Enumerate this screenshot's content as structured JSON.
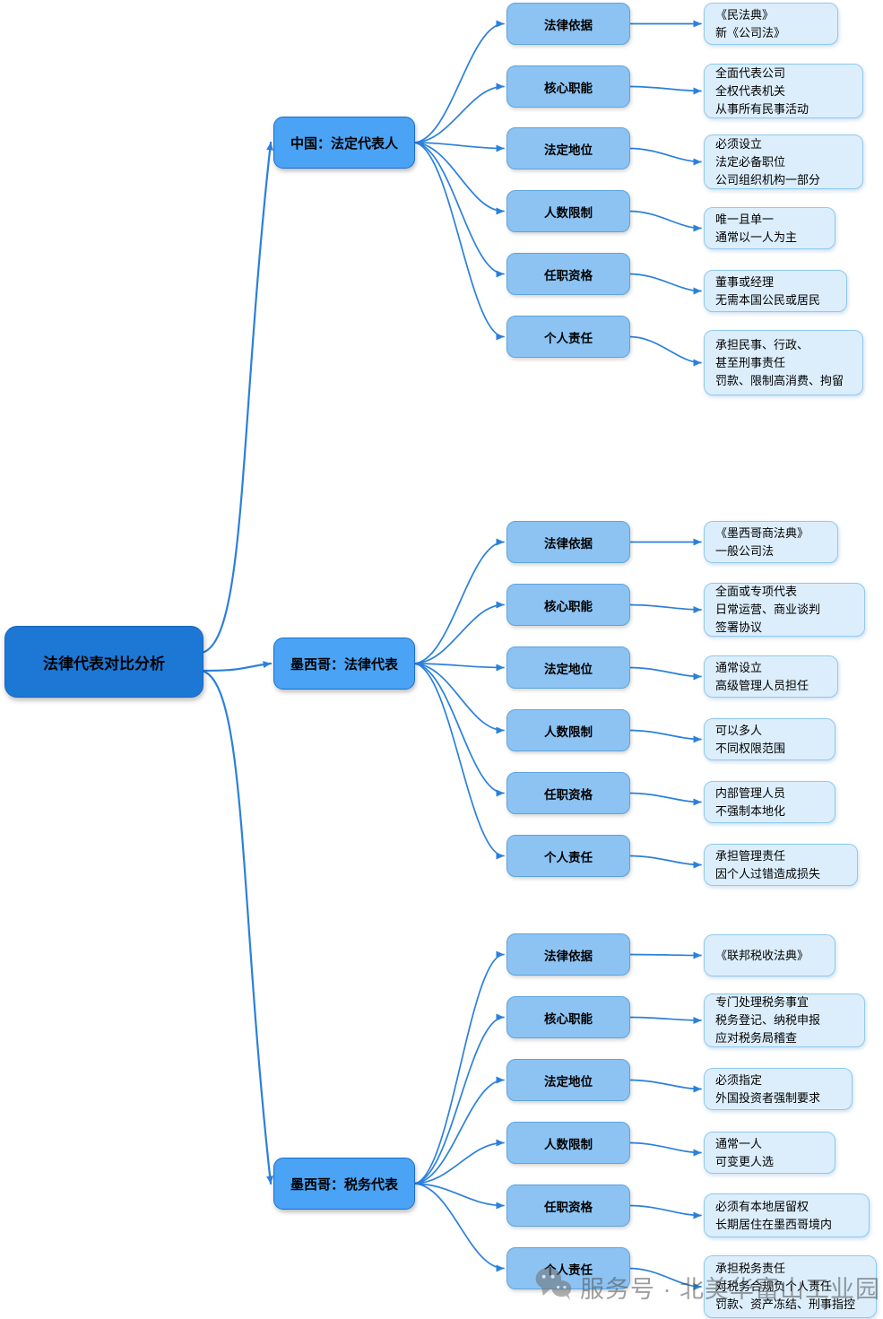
{
  "root": {
    "label": "法律代表对比分析"
  },
  "branches": [
    {
      "label": "中国：法定代表人",
      "children": [
        {
          "label": "法律依据",
          "detail": "《民法典》\n新《公司法》"
        },
        {
          "label": "核心职能",
          "detail": "全面代表公司\n全权代表机关\n从事所有民事活动"
        },
        {
          "label": "法定地位",
          "detail": "必须设立\n法定必备职位\n公司组织机构一部分"
        },
        {
          "label": "人数限制",
          "detail": "唯一且单一\n通常以一人为主"
        },
        {
          "label": "任职资格",
          "detail": "董事或经理\n无需本国公民或居民"
        },
        {
          "label": "个人责任",
          "detail": "承担民事、行政、\n甚至刑事责任\n罚款、限制高消费、拘留"
        }
      ]
    },
    {
      "label": "墨西哥：法律代表",
      "children": [
        {
          "label": "法律依据",
          "detail": "《墨西哥商法典》\n一般公司法"
        },
        {
          "label": "核心职能",
          "detail": "全面或专项代表\n日常运营、商业谈判\n签署协议"
        },
        {
          "label": "法定地位",
          "detail": "通常设立\n高级管理人员担任"
        },
        {
          "label": "人数限制",
          "detail": "可以多人\n不同权限范围"
        },
        {
          "label": "任职资格",
          "detail": "内部管理人员\n不强制本地化"
        },
        {
          "label": "个人责任",
          "detail": "承担管理责任\n因个人过错造成损失"
        }
      ]
    },
    {
      "label": "墨西哥：税务代表",
      "children": [
        {
          "label": "法律依据",
          "detail": "《联邦税收法典》"
        },
        {
          "label": "核心职能",
          "detail": "专门处理税务事宜\n税务登记、纳税申报\n应对税务局稽查"
        },
        {
          "label": "法定地位",
          "detail": "必须指定\n外国投资者强制要求"
        },
        {
          "label": "人数限制",
          "detail": "通常一人\n可变更人选"
        },
        {
          "label": "任职资格",
          "detail": "必须有本地居留权\n长期居住在墨西哥境内"
        },
        {
          "label": "个人责任",
          "detail": "承担税务责任\n对税务合规负个人责任\n罚款、资产冻结、刑事指控"
        }
      ]
    }
  ],
  "watermark": {
    "icon": "wechat-icon",
    "text": "服务号 · 北美华富山工业园"
  },
  "colors": {
    "root_fill": "#1d77d4",
    "root_border": "#1767c0",
    "branch_fill": "#4aa3f5",
    "branch_border": "#1a6fd0",
    "sub_fill": "#8cc3f3",
    "sub_border": "#5fa5dd",
    "leaf_fill": "#dceefc",
    "leaf_border": "#90c9f1",
    "connector": "#2b80da"
  }
}
